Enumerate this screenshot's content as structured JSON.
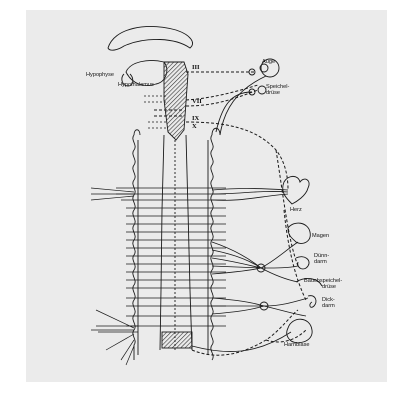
{
  "figure": {
    "background": "#ebebeb",
    "ink": "#1a1a1a"
  },
  "labels": {
    "auge": "Auge",
    "hypophyse": "Hypophyse",
    "hypothalamus": "Hypothalamus",
    "nerve_3": "III",
    "speichel_1": "Speichel-",
    "speichel_2": "drüse",
    "nerve_7": "VII",
    "nerve_9": "IX",
    "nerve_10": "X",
    "herz": "Herz",
    "magen": "Magen",
    "duenn_1": "Dünn-",
    "duenn_2": "darm",
    "bauch_1": "Bauchspeichel-",
    "bauch_2": "drüse",
    "dick_1": "Dick-",
    "dick_2": "darm",
    "harnblase": "Harnblase"
  }
}
